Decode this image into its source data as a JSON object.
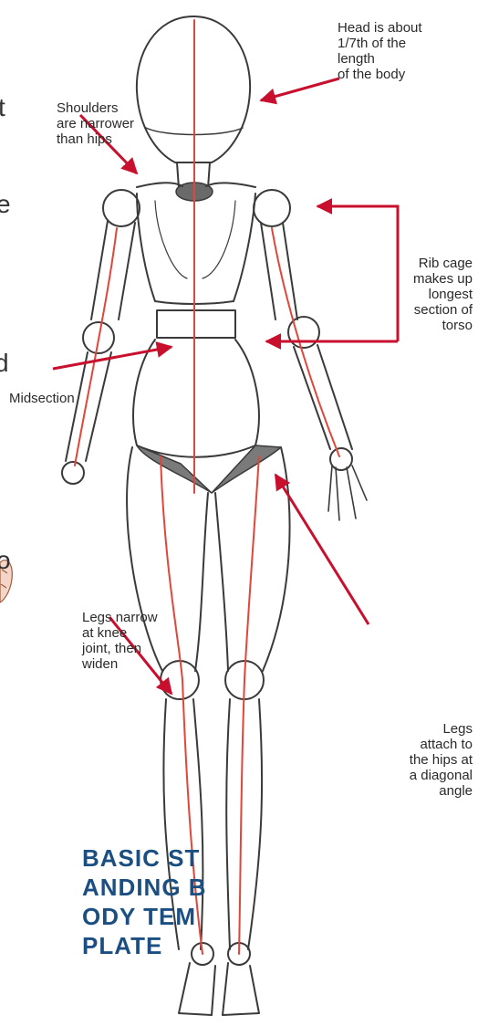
{
  "annotations": {
    "head_line1": "Head is about",
    "head_line2": "1/7th of the",
    "head_line3": "length",
    "head_line4": "of the body",
    "shoulders_line1": "Shoulders",
    "shoulders_line2": "are narrower",
    "shoulders_line3": "than hips",
    "ribcage_line1": "Rib cage",
    "ribcage_line2": "makes up",
    "ribcage_line3": "longest",
    "ribcage_line4": "section of",
    "ribcage_line5": "torso",
    "midsection": "Midsection",
    "knee_line1": "Legs narrow",
    "knee_line2": "at knee",
    "knee_line3": "joint, then",
    "knee_line4": "widen",
    "hips_line1": "Legs",
    "hips_line2": "attach to",
    "hips_line3": "the hips at",
    "hips_line4": "a diagonal",
    "hips_line5": "angle"
  },
  "title": "BASIC STANDING BODY TEMPLATE",
  "cropped_edge_glyphs": [
    "t",
    "e",
    "d",
    "o"
  ],
  "colors": {
    "pencil": "#3a3a3a",
    "guide_red": "#e0463a",
    "arrow_red": "#c8102e",
    "title_blue": "#1b4f82"
  }
}
